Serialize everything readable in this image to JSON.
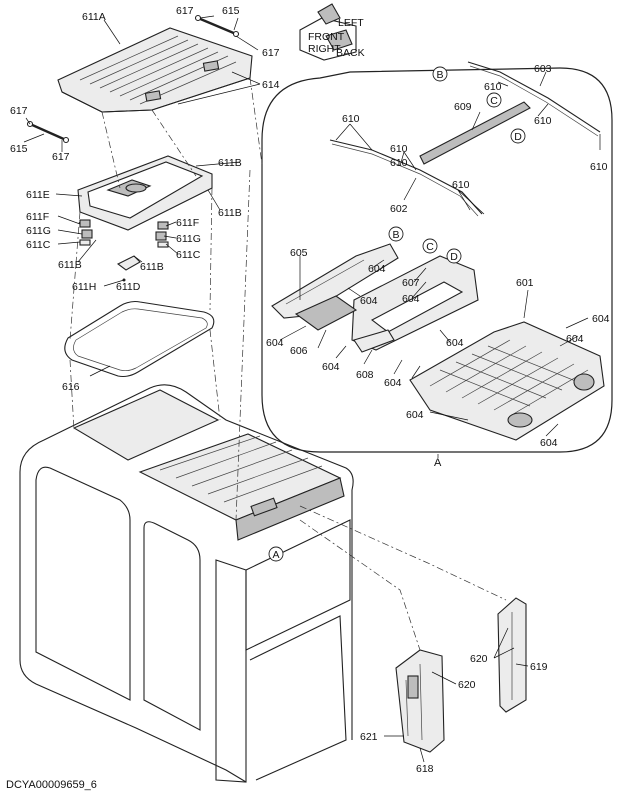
{
  "diagram": {
    "labels": {
      "p611A": "611A",
      "p617_top": "617",
      "p615_top": "615",
      "p617_right": "617",
      "p614": "614",
      "p617_left": "617",
      "p615_left": "615",
      "p617_left2": "617",
      "p611B_a": "611B",
      "p611E": "611E",
      "p611B_b": "611B",
      "p611F_l": "611F",
      "p611G_l": "611G",
      "p611C_l": "611C",
      "p611F_r": "611F",
      "p611G_r": "611G",
      "p611C_r": "611C",
      "p611B_c": "611B",
      "p611B_d": "611B",
      "p611H": "611H",
      "p611D": "611D",
      "p616": "616",
      "p603": "603",
      "p610_a": "610",
      "p610_b": "610",
      "p609": "609",
      "p610_c": "610",
      "p610_d": "610",
      "p610_e": "610",
      "p610_f": "610",
      "p602": "602",
      "p610_g": "610",
      "p605": "605",
      "p604_a": "604",
      "p607": "607",
      "p604_b": "604",
      "p604_c": "604",
      "p601": "601",
      "p604_d": "604",
      "p604_e": "604",
      "p606": "606",
      "p604_f": "604",
      "p608": "608",
      "p604_g": "604",
      "p604_h": "604",
      "p604_i": "604",
      "p604_j": "604",
      "p604_k": "604",
      "view_A": "A",
      "p620_a": "620",
      "p619": "619",
      "p620_b": "620",
      "p621": "621",
      "p618": "618"
    },
    "callouts": {
      "B_top": "B",
      "C_top": "C",
      "D_top": "D",
      "B_mid": "B",
      "C_mid": "C",
      "D_mid": "D",
      "A_cab": "A"
    },
    "orientation_marker": [
      "FRONT",
      "LEFT",
      "RIGHT",
      "BACK"
    ],
    "drawing_code": "DCYA00009659_6"
  }
}
